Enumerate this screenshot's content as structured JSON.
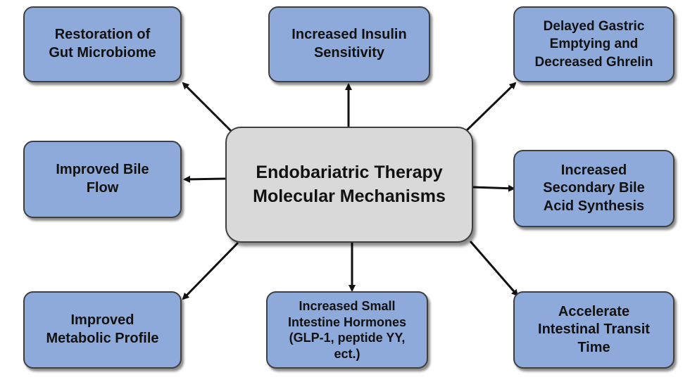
{
  "center": {
    "label": "Endobariatric Therapy\nMolecular Mechanisms"
  },
  "boxes": {
    "restoration": "Restoration of\nGut Microbiome",
    "insulin": "Increased Insulin\nSensitivity",
    "gastric": "Delayed Gastric\nEmptying and\nDecreased Ghrelin",
    "bile_flow": "Improved Bile\nFlow",
    "secondary_bile": "Increased\nSecondary Bile\nAcid Synthesis",
    "metabolic": "Improved\nMetabolic Profile",
    "hormones": "Increased Small\nIntestine Hormones\n(GLP-1, peptide YY,\nect.)",
    "transit": "Accelerate\nIntestinal Transit\nTime"
  },
  "colors": {
    "box_fill": "#8eaadb",
    "center_fill": "#d9d9d9",
    "border": "#3f3f3f",
    "arrow": "#111111"
  }
}
